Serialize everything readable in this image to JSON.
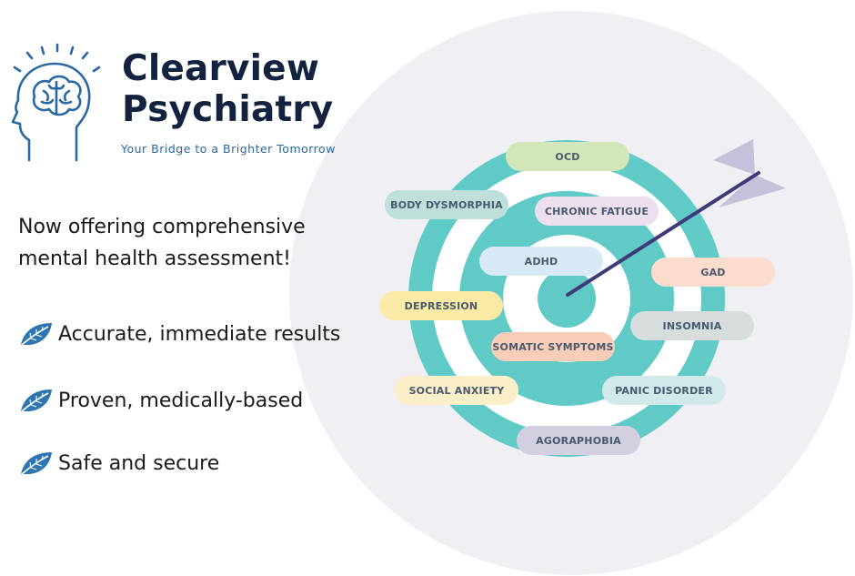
{
  "brand": {
    "name_line1": "Clearview",
    "name_line2": "Psychiatry",
    "tagline": "Your Bridge to a Brighter Tomorrow",
    "icon": "head-brain-icon"
  },
  "headline": "Now offering comprehensive mental health assessment!",
  "features": [
    {
      "text": "Accurate, immediate results",
      "icon": "leaf-icon"
    },
    {
      "text": "Proven, medically-based",
      "icon": "leaf-icon"
    },
    {
      "text": "Safe and secure",
      "icon": "leaf-icon"
    }
  ],
  "conditions": [
    {
      "label": "OCD",
      "color": "#d3e6b9"
    },
    {
      "label": "BODY DYSMORPHIA",
      "color": "#bfe0da"
    },
    {
      "label": "CHRONIC FATIGUE",
      "color": "#ece0ee"
    },
    {
      "label": "ADHD",
      "color": "#d8eaf6"
    },
    {
      "label": "GAD",
      "color": "#fbdccd"
    },
    {
      "label": "DEPRESSION",
      "color": "#fbe9a6"
    },
    {
      "label": "INSOMNIA",
      "color": "#d7dcdc"
    },
    {
      "label": "SOMATIC SYMPTOMS",
      "color": "#f9cdb8"
    },
    {
      "label": "SOCIAL ANXIETY",
      "color": "#fdf0c9"
    },
    {
      "label": "PANIC DISORDER",
      "color": "#d2e9e9"
    },
    {
      "label": "AGORAPHOBIA",
      "color": "#d3cfe0"
    }
  ],
  "colors": {
    "brand_navy": "#13233f",
    "tagline_blue": "#2b68a3",
    "target_teal": "#5fcac6",
    "arrow_purple": "#3f3a78",
    "fletching_lavender": "#c4c1da",
    "leaf_blue": "#2e76b2",
    "background_circle": "#efeff4"
  }
}
